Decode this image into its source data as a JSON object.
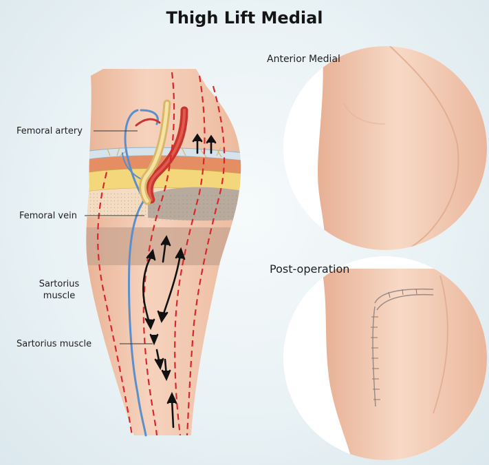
{
  "title": "Thigh Lift Medial",
  "labels": {
    "femoral_artery": "Femoral artery",
    "femoral_vein": "Femoral vein",
    "sartorius_line1": "Sartorius",
    "sartorius_line2": "muscle",
    "sartorius_full": "Sartorius muscle"
  },
  "views": {
    "anterior": "Anterior Medial",
    "post": "Post-operation"
  },
  "colors": {
    "skin": "#f2c7ad",
    "incision": "#d9262b",
    "artery": "#c8352f",
    "vein": "#5b8fcb",
    "fat": "#f3d77a",
    "muscle_layer": "#e58d63"
  }
}
